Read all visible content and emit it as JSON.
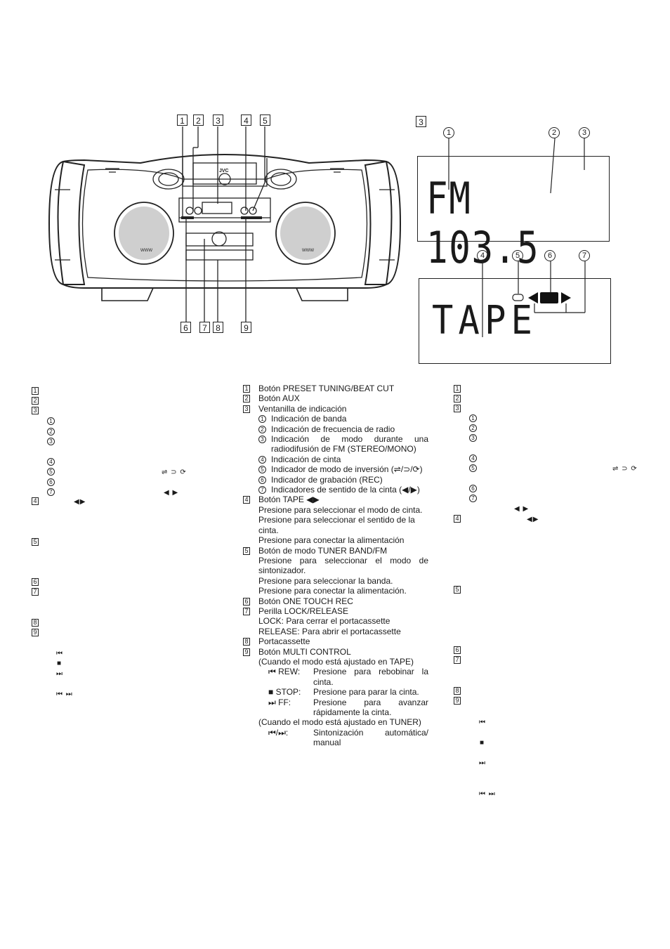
{
  "diagram": {
    "callouts_top": [
      "1",
      "2",
      "3",
      "4",
      "5"
    ],
    "callouts_bottom": [
      "6",
      "7",
      "8",
      "9"
    ],
    "brand": "JVC",
    "display_callout": "3"
  },
  "lcd": {
    "fm_text": "FM 103.5",
    "tape_text": "TAPE",
    "fm_markers": [
      "1",
      "2",
      "3"
    ],
    "tape_markers": [
      "4",
      "5",
      "6",
      "7"
    ]
  },
  "legend": {
    "items": [
      {
        "num": "1",
        "label": "Botón PRESET TUNING/BEAT CUT"
      },
      {
        "num": "2",
        "label": "Botón AUX"
      },
      {
        "num": "3",
        "label": "Ventanilla de indicación"
      }
    ],
    "display_subitems": [
      {
        "num": "1",
        "label": "Indicación de banda"
      },
      {
        "num": "2",
        "label": "Indicación de frecuencia de radio"
      },
      {
        "num": "3",
        "label": "Indicación de modo durante una radiodifusión de FM (STEREO/MONO)"
      },
      {
        "num": "4",
        "label": "Indicación de cinta"
      },
      {
        "num": "5",
        "label": "Indicador de modo de inversión (⇌/⊃/⟳)"
      },
      {
        "num": "6",
        "label": "Indicador de grabación (REC)"
      },
      {
        "num": "7",
        "label": "Indicadores de sentido de la cinta (◀/▶)"
      }
    ],
    "tape": {
      "num": "4",
      "label": "Botón TAPE ◀▶",
      "lines": [
        "Presione para seleccionar el modo de cinta.",
        "Presione para seleccionar el sentido de la cinta.",
        "Presione para conectar la alimentación"
      ]
    },
    "tuner": {
      "num": "5",
      "label": "Botón de modo TUNER BAND/FM",
      "lines": [
        "Presione para seleccionar el modo de sintonizador.",
        "Presione para seleccionar la banda.",
        "Presione para conectar la alimentación."
      ]
    },
    "otr": {
      "num": "6",
      "label": "Botón ONE TOUCH REC"
    },
    "lock": {
      "num": "7",
      "label": "Perilla LOCK/RELEASE",
      "lines": [
        "LOCK: Para cerrar el portacassette",
        "RELEASE: Para abrir el portacassette"
      ]
    },
    "cassette": {
      "num": "8",
      "label": "Portacassette"
    },
    "multi": {
      "num": "9",
      "label": "Botón MULTI CONTROL",
      "tape_mode": "(Cuando el modo está ajustado en TAPE)",
      "tape_ops": [
        {
          "key": "⏮ REW:",
          "text": "Presione para rebobinar la cinta."
        },
        {
          "key": "■ STOP:",
          "text": "Presione para parar la cinta."
        },
        {
          "key": "⏭ FF:",
          "text": "Presione para avanzar rápidamente la cinta."
        }
      ],
      "tuner_mode": "(Cuando el modo está ajustado en TUNER)",
      "tuner_ops": [
        {
          "key": "⏮/⏭:",
          "text": "Sintonización automática/ manual"
        }
      ]
    }
  },
  "symbols": {
    "reverse": "⇌ ⊃ ⟳",
    "direction": "◀ ▶",
    "direction_pair": "◀▶",
    "rew": "⏮",
    "stop": "■",
    "ff": "⏭",
    "rew_ff": "⏮ ⏭"
  }
}
